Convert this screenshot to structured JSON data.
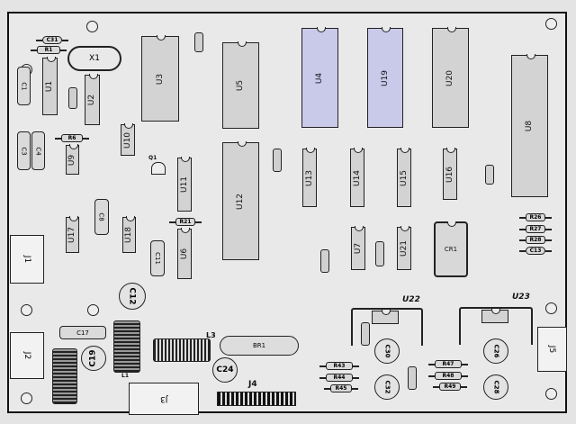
{
  "board": {
    "chips": [
      "U1",
      "U2",
      "U3",
      "U5",
      "U4",
      "U19",
      "U20",
      "U8",
      "U10",
      "U9",
      "U11",
      "U12",
      "U13",
      "U14",
      "U15",
      "U16",
      "U17",
      "U18",
      "U6",
      "U7",
      "U21",
      "CR1"
    ],
    "resistors": [
      "R1",
      "C31",
      "R6",
      "R21",
      "R43",
      "R44",
      "R45",
      "R47",
      "R48",
      "R49",
      "R26",
      "R27",
      "R28",
      "C13"
    ],
    "capacitors": [
      "C1",
      "C3",
      "C4",
      "C8",
      "C11",
      "C17"
    ],
    "electrolytic": [
      "C12",
      "C19",
      "C24",
      "C30",
      "C32",
      "C26",
      "C28"
    ],
    "connectors": [
      "J1",
      "J2",
      "J3",
      "J5"
    ],
    "header": "J4",
    "crystal": "X1",
    "bridge": "BR1",
    "transistor": "Q1",
    "inductors": [
      "L3",
      "L1"
    ],
    "regulators": [
      "U22",
      "U23"
    ]
  },
  "colors": {
    "highlight": "#c9c9ea",
    "chip": "#d3d3d3",
    "board": "#e9e9e9"
  }
}
